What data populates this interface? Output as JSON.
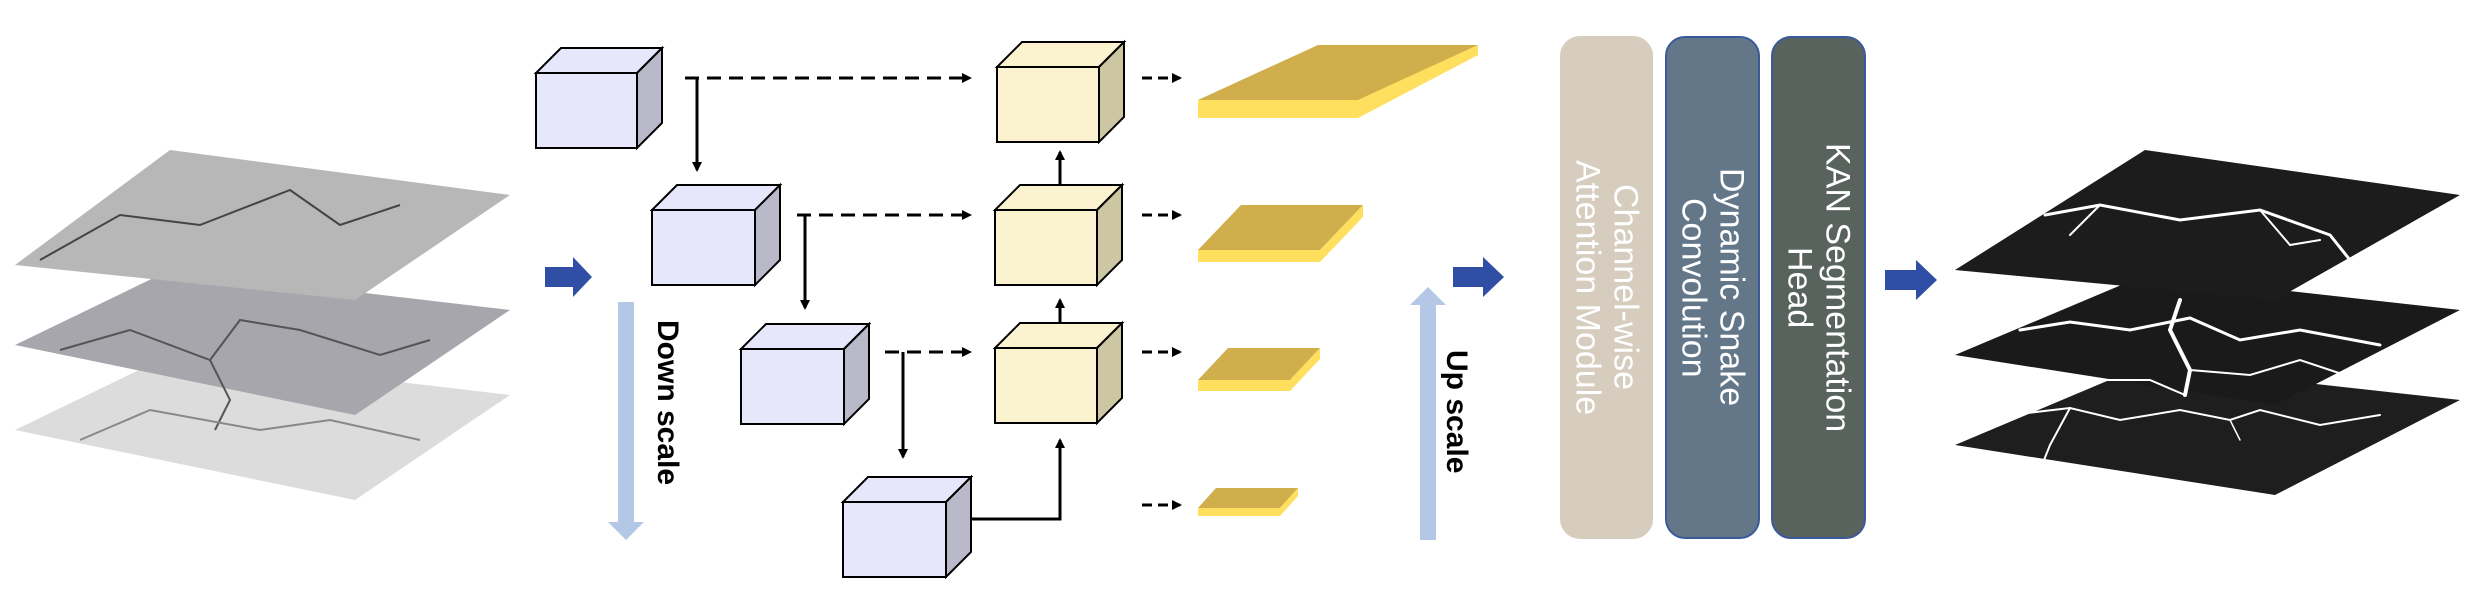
{
  "colors": {
    "encoder_box": "#e6e7fb",
    "decoder_box": "#fbf3cf",
    "feature_map_top": "#d0ae4c",
    "feature_map_edge": "#ffdf5e",
    "blue_arrow": "#2f4ea4",
    "scale_arrow": "#b4c7e7",
    "module_attention": "#d6cdbf",
    "module_snake": "#637789",
    "module_kan": "#59635e"
  },
  "labels": {
    "down_scale": "Down scale",
    "up_scale": "Up scale"
  },
  "modules": [
    {
      "name": "channel-attention",
      "text": "Channel-wise\nAttention Module"
    },
    {
      "name": "dynamic-snake",
      "text": "Dynamic Snake\nConvolution"
    },
    {
      "name": "kan-head",
      "text": "KAN Segmentation\nHead"
    }
  ]
}
